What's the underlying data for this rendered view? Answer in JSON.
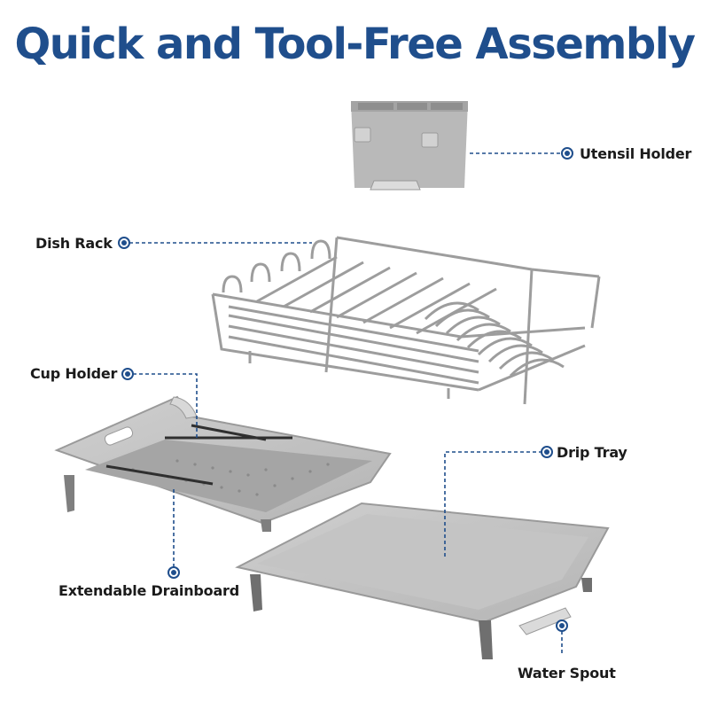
{
  "title": "Quick and Tool-Free Assembly",
  "accent_color": "#1f4e8c",
  "labels": {
    "utensil_holder": "Utensil Holder",
    "dish_rack": "Dish Rack",
    "cup_holder": "Cup Holder",
    "drip_tray": "Drip Tray",
    "extendable_drainboard": "Extendable Drainboard",
    "water_spout": "Water Spout"
  }
}
